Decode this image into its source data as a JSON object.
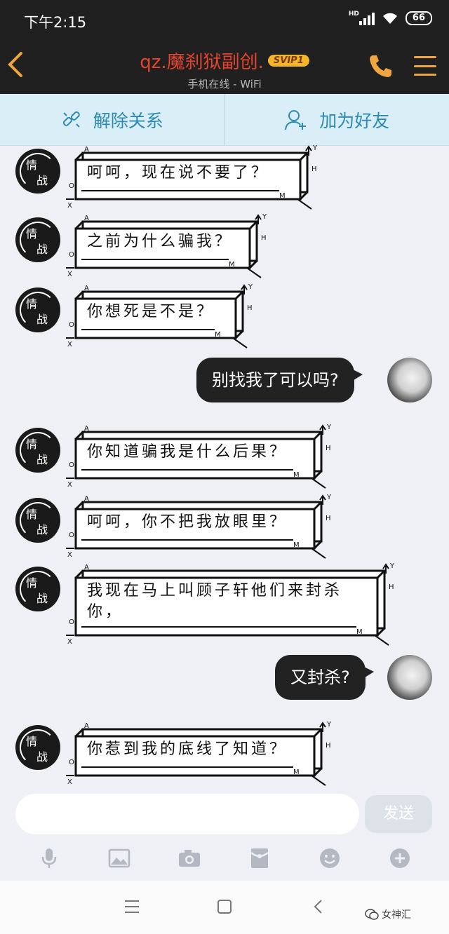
{
  "status_bar": {
    "time": "下午2:15",
    "network": "HD",
    "battery": "66"
  },
  "header": {
    "title": "qz.魔刹狱副创.",
    "badge": "SVIP1",
    "subtitle": "手机在线 - WiFi",
    "back_icon": "chevron-left-icon",
    "call_icon": "phone-icon",
    "menu_icon": "hamburger-menu-icon"
  },
  "actions": [
    {
      "label": "解除关系",
      "icon": "unlink-icon"
    },
    {
      "label": "加为好友",
      "icon": "add-friend-icon"
    }
  ],
  "avatar_text": {
    "line1": "情",
    "line2": "战"
  },
  "axis_labels": {
    "a": "A",
    "y": "Y",
    "h": "H",
    "o": "O",
    "x": "X",
    "m": "M"
  },
  "messages": [
    {
      "side": "left",
      "text": "呵呵，现在说不要了？"
    },
    {
      "side": "left",
      "text": "之前为什么骗我？"
    },
    {
      "side": "left",
      "text": "你想死是不是？"
    },
    {
      "side": "right",
      "text": "别找我了可以吗?"
    },
    {
      "side": "left",
      "text": "你知道骗我是什么后果？"
    },
    {
      "side": "left",
      "text": "呵呵，你不把我放眼里？"
    },
    {
      "side": "left",
      "text": "我现在马上叫顾子轩他们来封杀你，"
    },
    {
      "side": "right",
      "text": "又封杀?"
    },
    {
      "side": "left",
      "text": "你惹到我的底线了知道？"
    }
  ],
  "input": {
    "placeholder": "",
    "send_label": "发送"
  },
  "toolbar_icons": [
    "microphone-icon",
    "image-icon",
    "camera-icon",
    "red-packet-icon",
    "emoji-icon",
    "plus-icon"
  ],
  "watermark": "女神汇",
  "accent_colors": {
    "title": "#e6432c",
    "action": "#2d8ab0",
    "menu": "#f0a640"
  }
}
